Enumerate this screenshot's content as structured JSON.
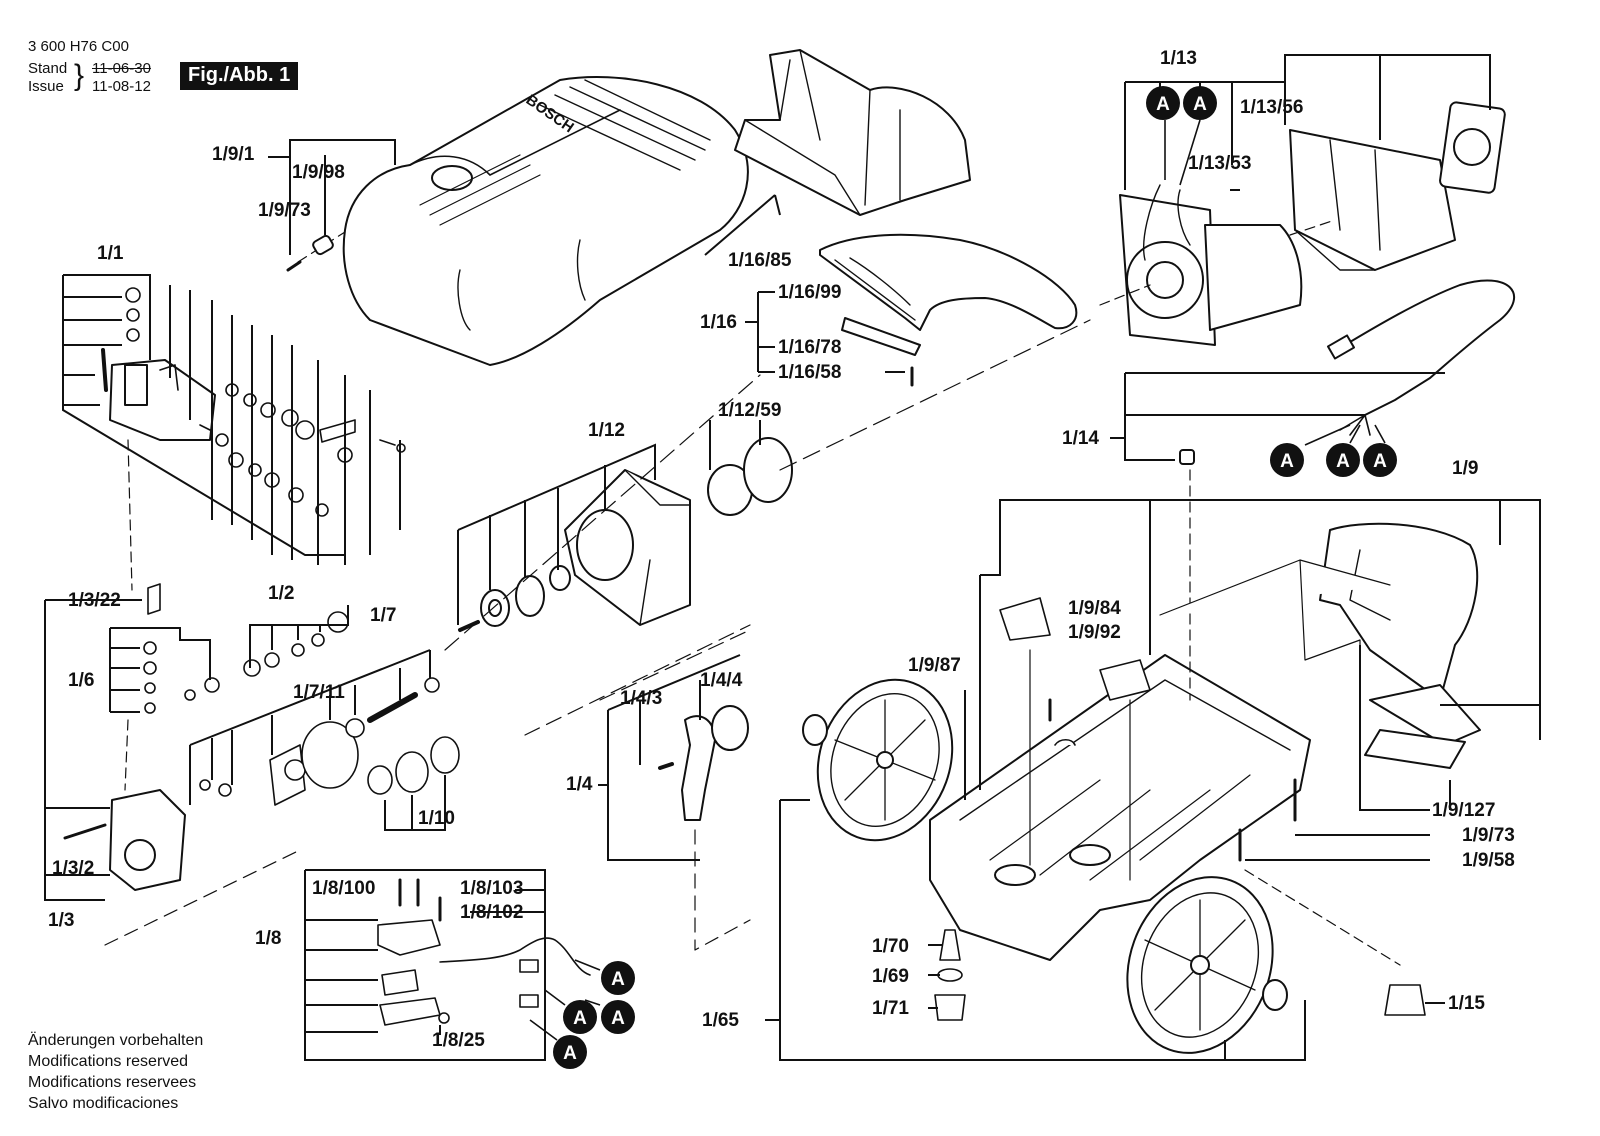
{
  "header": {
    "drawing_number": "3 600 H76 C00",
    "stand_label": "Stand",
    "issue_label": "Issue",
    "old_date": "11-06-30",
    "new_date": "11-08-12",
    "figure_label": "Fig./Abb. 1"
  },
  "brand_mark": "BOSCH",
  "connector_marker": "A",
  "notes": [
    "Änderungen vorbehalten",
    "Modifications reserved",
    "Modifications reservees",
    "Salvo modificaciones"
  ],
  "part_labels": [
    "1/9/1",
    "1/9/98",
    "1/9/73",
    "1/1",
    "1/3/22",
    "1/6",
    "1/3/2",
    "1/3",
    "1/2",
    "1/7",
    "1/7/11",
    "1/10",
    "1/12",
    "1/12/59",
    "1/16/85",
    "1/16",
    "1/16/99",
    "1/16/78",
    "1/16/58",
    "1/13",
    "1/13/56",
    "1/13/53",
    "1/14",
    "1/9",
    "1/9/84",
    "1/9/92",
    "1/9/87",
    "1/4/4",
    "1/4/3",
    "1/4",
    "1/8/100",
    "1/8/103",
    "1/8/102",
    "1/8",
    "1/8/25",
    "1/70",
    "1/69",
    "1/71",
    "1/65",
    "1/9/127",
    "1/9/73",
    "1/9/58",
    "1/15"
  ]
}
